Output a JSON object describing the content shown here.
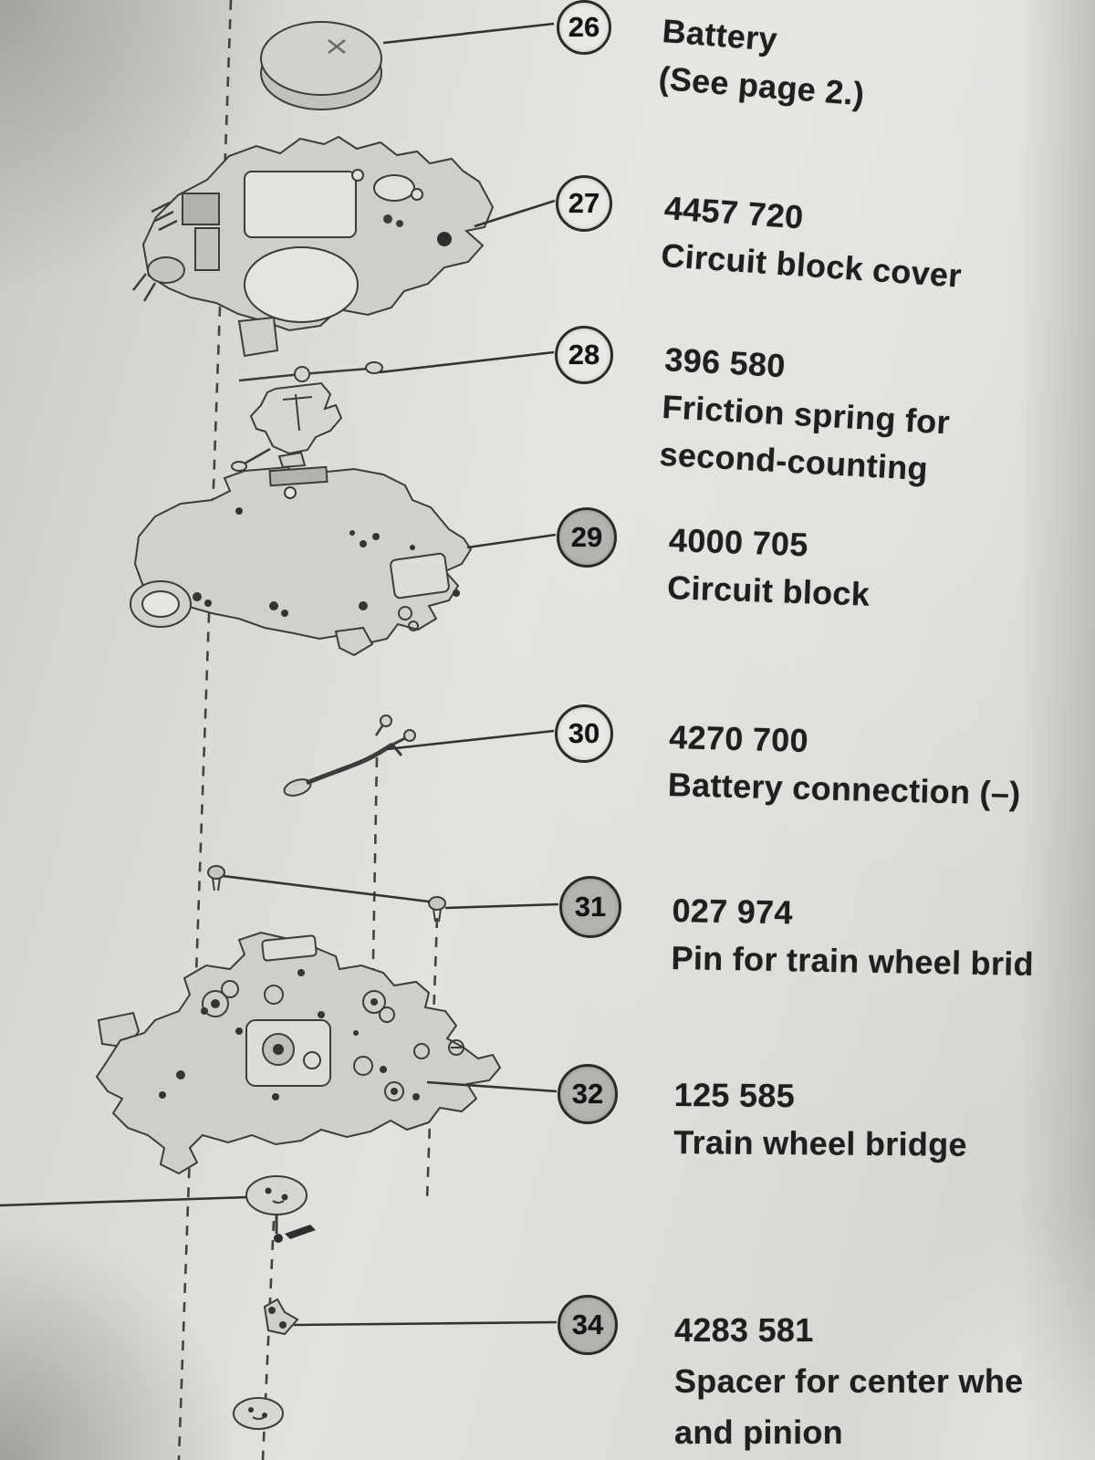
{
  "parts": [
    {
      "num": "26",
      "shaded": false,
      "lines": [
        "Battery",
        "(See page 2.)"
      ]
    },
    {
      "num": "27",
      "shaded": false,
      "lines": [
        "4457 720",
        "Circuit block cover"
      ]
    },
    {
      "num": "28",
      "shaded": false,
      "lines": [
        "396 580",
        "Friction spring for",
        "second-counting"
      ]
    },
    {
      "num": "29",
      "shaded": true,
      "lines": [
        "4000 705",
        "Circuit block"
      ]
    },
    {
      "num": "30",
      "shaded": false,
      "lines": [
        "4270 700",
        "Battery connection (–)"
      ]
    },
    {
      "num": "31",
      "shaded": true,
      "lines": [
        "027 974",
        "Pin for train wheel brid"
      ]
    },
    {
      "num": "32",
      "shaded": true,
      "lines": [
        "125 585",
        "Train wheel bridge"
      ]
    },
    {
      "num": "34",
      "shaded": true,
      "lines": [
        "4283 581",
        "Spacer for center whe",
        "and pinion"
      ]
    }
  ],
  "drawings": {
    "items": [
      "battery",
      "circuit-block-cover",
      "friction-spring",
      "circuit-block",
      "battery-connection",
      "train-wheel-bridge-pins",
      "train-wheel-bridge",
      "center-wheel-spacer-parts"
    ]
  },
  "colors": {
    "paper": "#dbd9d5",
    "ink": "#1f1f1f",
    "line": "#3c3c3c",
    "callout_plain": "#eae8e4",
    "callout_shaded": "#b5b3af"
  }
}
